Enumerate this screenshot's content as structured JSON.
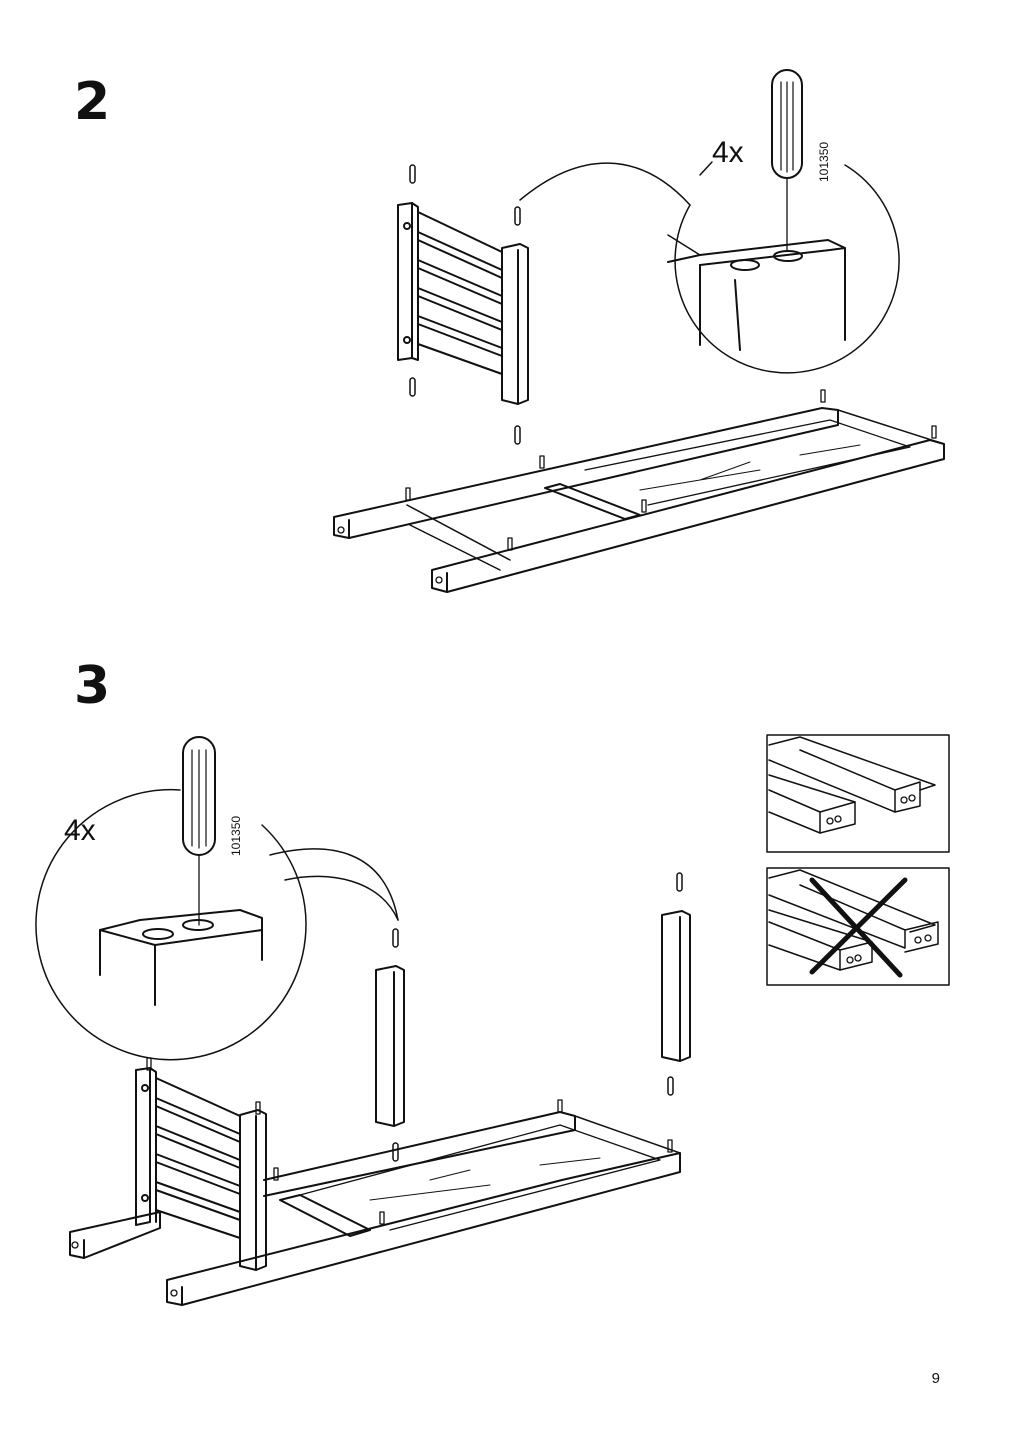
{
  "steps": [
    {
      "number": "2",
      "quantity": "4x",
      "part_number": "101350"
    },
    {
      "number": "3",
      "quantity": "4x",
      "part_number": "101350"
    }
  ],
  "page_number": "9",
  "icons": [
    "dowel-icon",
    "correct-orientation-panel",
    "incorrect-orientation-panel"
  ]
}
